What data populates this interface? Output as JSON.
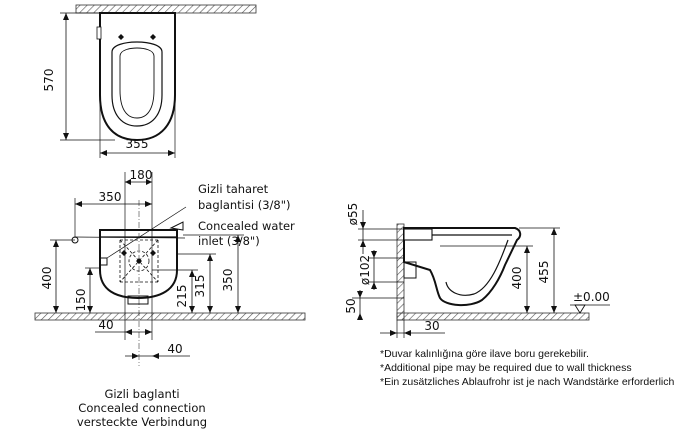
{
  "top_view": {
    "height_dim": "570",
    "width_dim": "355"
  },
  "front_view": {
    "dim_180": "180",
    "dim_350_top": "350",
    "dim_400": "400",
    "dim_150": "150",
    "dim_215": "215",
    "dim_315": "315",
    "dim_350_right": "350",
    "dim_40_bottom_left": "40",
    "dim_40_bottom_right": "40",
    "label_bidet_line1": "Gizli taharet",
    "label_bidet_line2": "baglantisi (3/8\")",
    "label_water_line1": "Concealed water",
    "label_water_line2": "inlet (3/8\")"
  },
  "side_view": {
    "dim_55": "ø55",
    "dim_102": "ø102",
    "dim_50": "50",
    "dim_400": "400",
    "dim_455": "455",
    "dim_30": "30",
    "level": "±0.00"
  },
  "caption": {
    "line1": "Gizli baglanti",
    "line2": "Concealed connection",
    "line3": "versteckte Verbindung"
  },
  "notes": {
    "line1": "*Duvar kalınlığına göre ilave boru gerekebilir.",
    "line2": "*Additional pipe may be required due to wall thickness",
    "line3": "*Ein zusätzliches Ablaufrohr ist je nach Wandstärke erforderlich"
  }
}
